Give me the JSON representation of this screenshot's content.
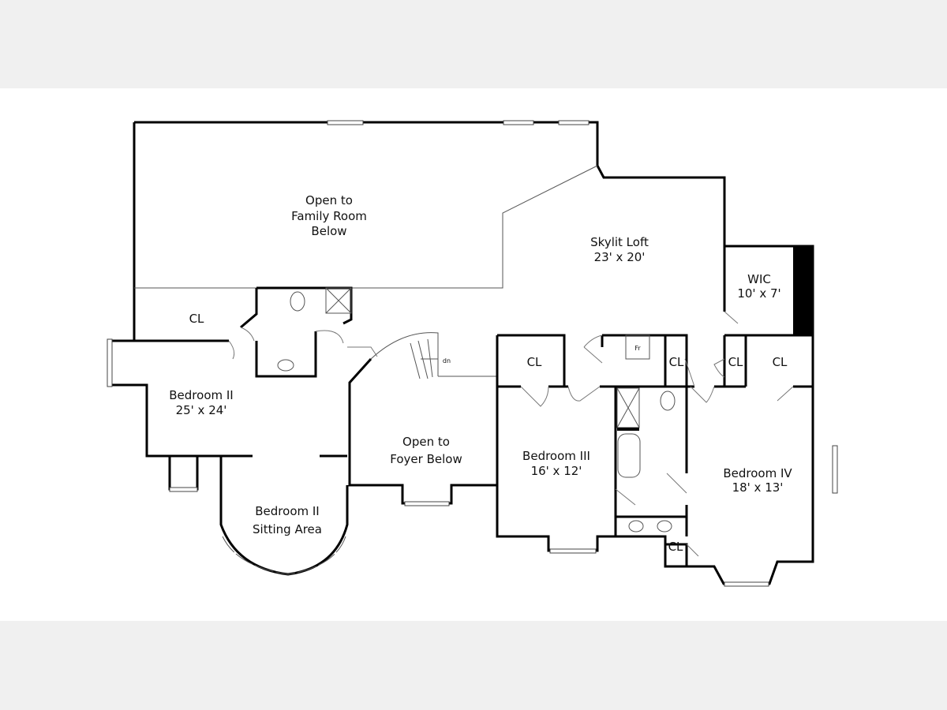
{
  "rooms": {
    "family_open": [
      "Open to",
      "Family Room",
      "Below"
    ],
    "loft": [
      "Skylit Loft",
      "23' x 20'"
    ],
    "wic": [
      "WIC",
      "10' x 7'"
    ],
    "cl_left": "CL",
    "bedroom2": [
      "Bedroom II",
      "25' x 24'"
    ],
    "sitting": [
      "Bedroom II",
      "Sitting Area"
    ],
    "foyer_open": [
      "Open to",
      "Foyer Below"
    ],
    "cl_bed3": "CL",
    "bedroom3": [
      "Bedroom III",
      "16' x 12'"
    ],
    "fridge": "Fr",
    "cl_mid": "CL",
    "cl_wic": "CL",
    "cl_bed4": "CL",
    "bedroom4": [
      "Bedroom IV",
      "18' x 13'"
    ],
    "cl_bath": "CL",
    "stairs": "dn"
  },
  "colors": {
    "background": "#f0f0f0",
    "plan": "#ffffff",
    "wall": "#000000"
  }
}
